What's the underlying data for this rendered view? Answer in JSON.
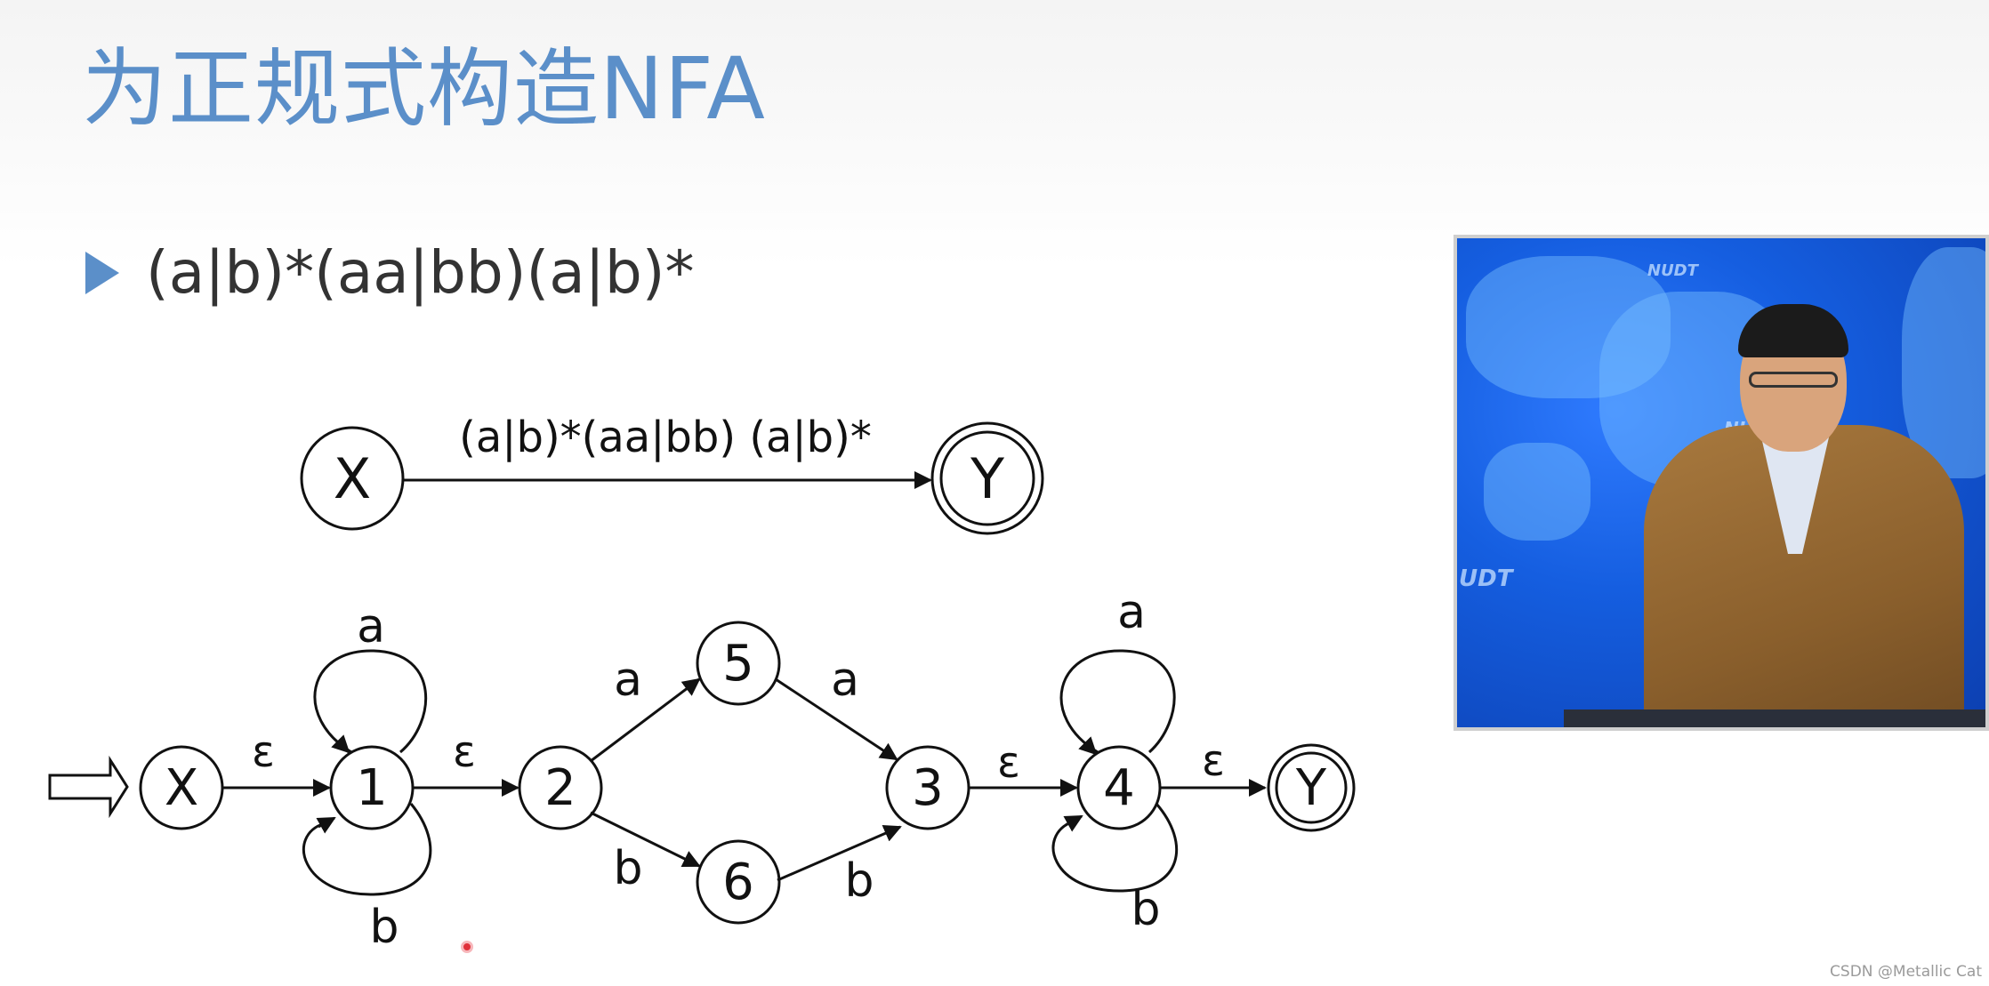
{
  "slide": {
    "title": "为正规式构造NFA",
    "bullet": "(a|b)*(aa|bb)(a|b)*"
  },
  "top_nfa": {
    "start_state": "X",
    "final_state": "Y",
    "edge_label": "(a|b)*(aa|bb) (a|b)*"
  },
  "bottom_nfa": {
    "states": [
      "X",
      "1",
      "2",
      "5",
      "6",
      "3",
      "4",
      "Y"
    ],
    "edges": [
      {
        "from": "X",
        "to": "1",
        "label": "ε"
      },
      {
        "from": "1",
        "to": "1",
        "label": "a"
      },
      {
        "from": "1",
        "to": "1",
        "label": "b"
      },
      {
        "from": "1",
        "to": "2",
        "label": "ε"
      },
      {
        "from": "2",
        "to": "5",
        "label": "a"
      },
      {
        "from": "2",
        "to": "6",
        "label": "b"
      },
      {
        "from": "5",
        "to": "3",
        "label": "a"
      },
      {
        "from": "6",
        "to": "3",
        "label": "b"
      },
      {
        "from": "3",
        "to": "4",
        "label": "ε"
      },
      {
        "from": "4",
        "to": "4",
        "label": "a"
      },
      {
        "from": "4",
        "to": "4",
        "label": "b"
      },
      {
        "from": "4",
        "to": "Y",
        "label": "ε"
      }
    ]
  },
  "video": {
    "logo_1": "NUDT",
    "logo_2": "NU",
    "logo_3": "UDT"
  },
  "watermark": "CSDN @Metallic Cat",
  "colors": {
    "title": "#5b8fc9",
    "bullet": "#5b8fc9",
    "ink": "#111111",
    "video_bg": "#155ee0"
  }
}
